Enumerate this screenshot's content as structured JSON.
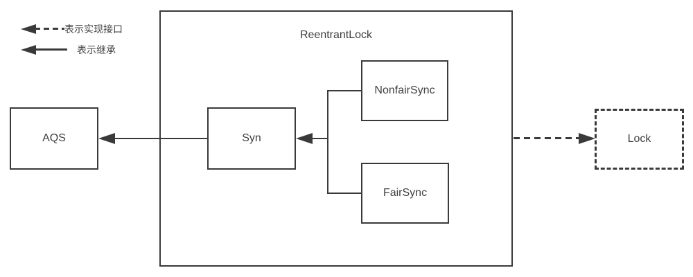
{
  "legend": {
    "items": [
      {
        "id": "implements",
        "label": "表示实现接口",
        "line_style": "dashed"
      },
      {
        "id": "inherit",
        "label": "表示继承",
        "line_style": "solid"
      }
    ]
  },
  "container": {
    "label": "ReentrantLock"
  },
  "nodes": [
    {
      "id": "aqs",
      "label": "AQS",
      "border": "solid"
    },
    {
      "id": "syn",
      "label": "Syn",
      "border": "solid"
    },
    {
      "id": "nonfairsync",
      "label": "NonfairSync",
      "border": "solid"
    },
    {
      "id": "fairsync",
      "label": "FairSync",
      "border": "solid"
    },
    {
      "id": "lock",
      "label": "Lock",
      "border": "dashed"
    }
  ],
  "edges": [
    {
      "from": "Syn",
      "to": "AQS",
      "type": "inheritance",
      "line_style": "solid"
    },
    {
      "from": "NonfairSync",
      "to": "Syn",
      "type": "inheritance",
      "line_style": "solid"
    },
    {
      "from": "FairSync",
      "to": "Syn",
      "type": "inheritance",
      "line_style": "solid"
    },
    {
      "from": "ReentrantLock",
      "to": "Lock",
      "type": "implements",
      "line_style": "dashed"
    }
  ],
  "colors": {
    "line": "#3a3a3a",
    "text": "#3f3f3f",
    "background": "#ffffff"
  }
}
